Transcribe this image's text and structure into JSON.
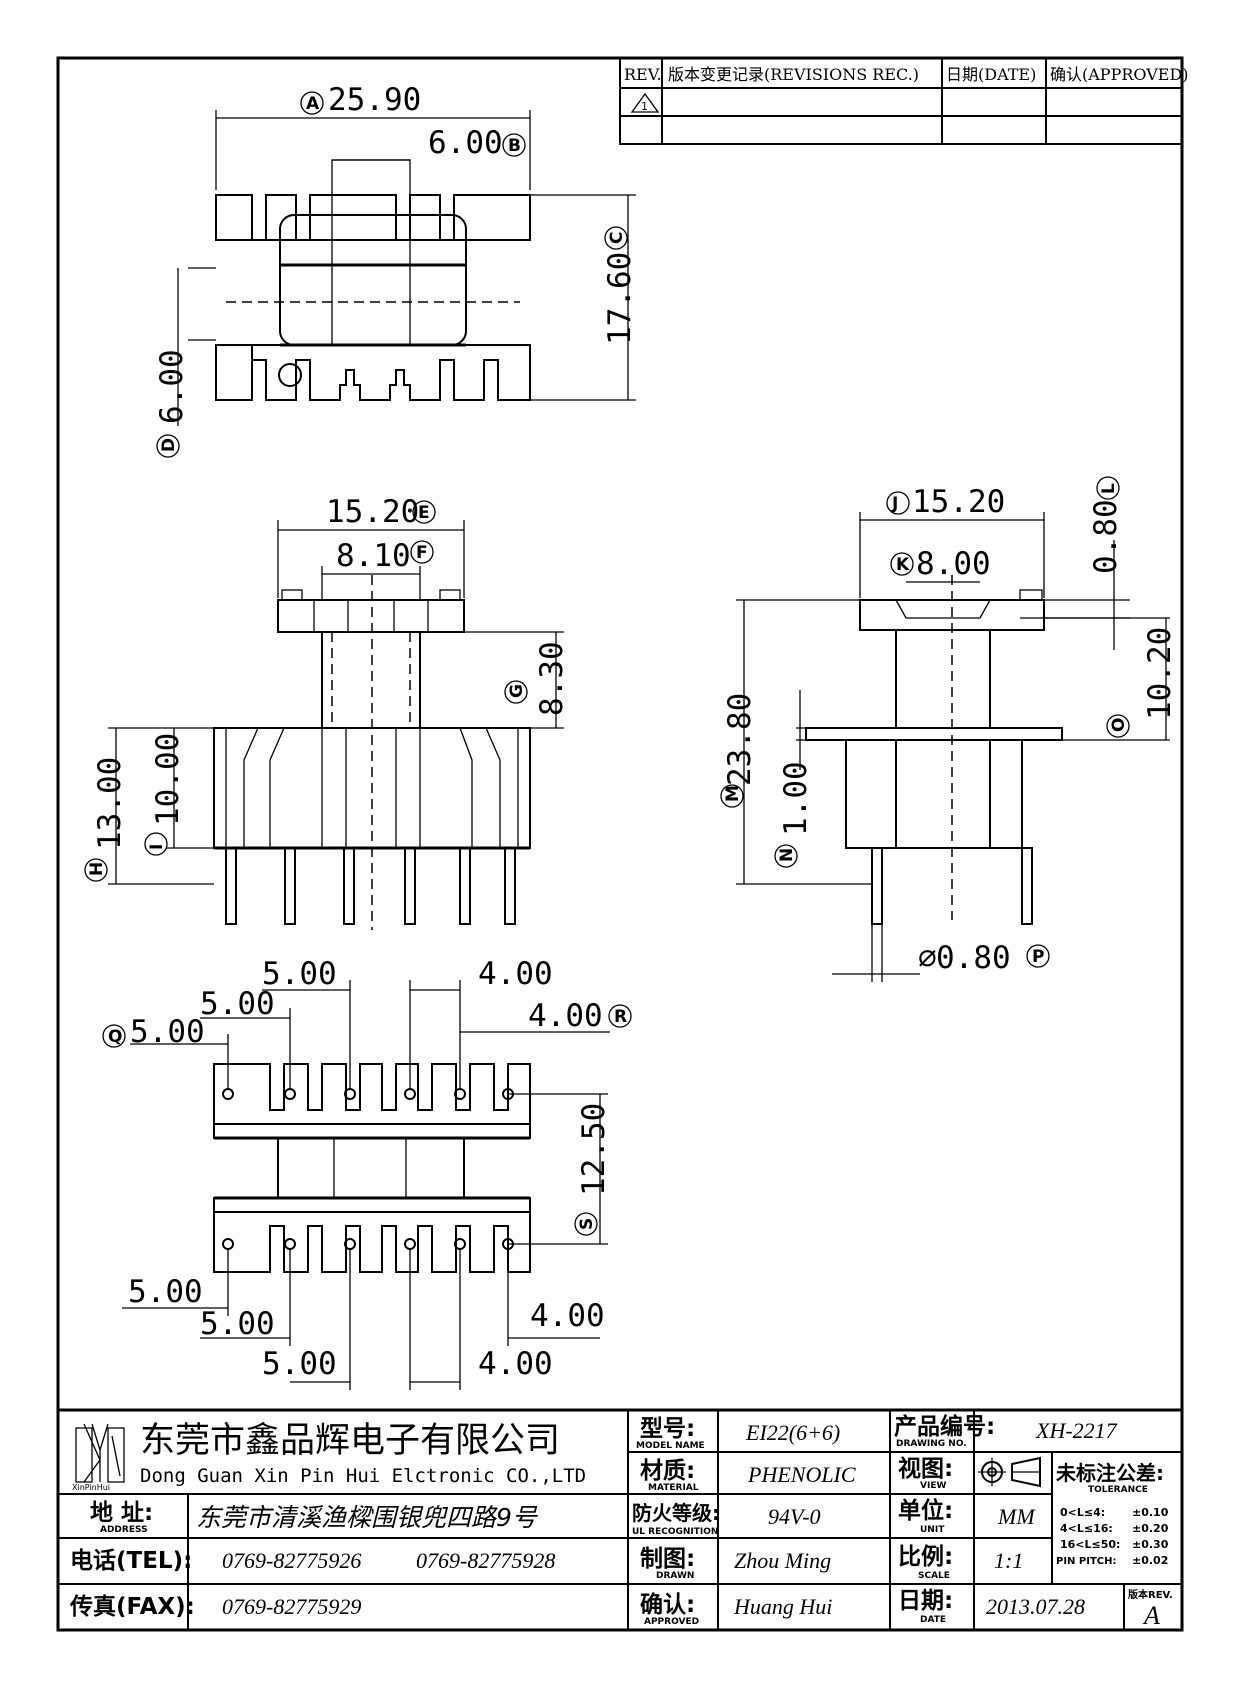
{
  "revisions": {
    "col_rev": "REV.",
    "col_record": "版本变更记录(REVISIONS REC.)",
    "col_date": "日期(DATE)",
    "col_approved": "确认(APPROVED)",
    "rows": [
      {
        "rev": "1"
      }
    ]
  },
  "dims": {
    "A": "25.90",
    "B": "6.00",
    "C": "17.60",
    "D": "6.00",
    "E": "15.20",
    "F": "8.10",
    "G": "8.30",
    "H": "13.00",
    "I": "10.00",
    "J": "15.20",
    "K": "8.00",
    "L": "0.80",
    "M": "23.80",
    "N": "1.00",
    "O": "10.20",
    "P": "0.80",
    "Q": "5.00",
    "R": "4.00",
    "S": "12.50",
    "top_5a": "5.00",
    "top_5b": "5.00",
    "top_4a": "4.00",
    "bot_5a": "5.00",
    "bot_5b": "5.00",
    "bot_5c": "5.00",
    "bot_4a": "4.00",
    "bot_4b": "4.00"
  },
  "circles": {
    "A": "A",
    "B": "B",
    "C": "C",
    "D": "D",
    "E": "E",
    "F": "F",
    "G": "G",
    "H": "H",
    "I": "I",
    "J": "J",
    "K": "K",
    "L": "L",
    "M": "M",
    "N": "N",
    "O": "O",
    "P": "P",
    "Q": "Q",
    "R": "R",
    "S": "S"
  },
  "symbols": {
    "diameter": "⌀"
  },
  "title_block": {
    "logo_text": "XinPinHui",
    "company_cn": "东莞市鑫品辉电子有限公司",
    "company_en": "Dong Guan Xin Pin Hui Elctronic CO.,LTD",
    "address_label": "地  址:",
    "address_sub": "ADDRESS",
    "address": "东莞市清溪渔樑围银兜四路9号",
    "tel_label": "电话(TEL):",
    "tel1": "0769-82775926",
    "tel2": "0769-82775928",
    "fax_label": "传真(FAX):",
    "fax": "0769-82775929",
    "model_label": "型号:",
    "model_sub": "MODEL NAME",
    "model": "EI22(6+6)",
    "material_label": "材质:",
    "material_sub": "MATERIAL",
    "material": "PHENOLIC",
    "ul_label": "防火等级:",
    "ul_sub": "UL RECOGNITION",
    "ul": "94V-0",
    "drawn_label": "制图:",
    "drawn_sub": "DRAWN",
    "drawn": "Zhou Ming",
    "approved_label": "确认:",
    "approved_sub": "APPROVED",
    "approved": "Huang Hui",
    "drawing_no_label": "产品编号:",
    "drawing_no_sub": "DRAWING NO.",
    "drawing_no": "XH-2217",
    "view_label": "视图:",
    "view_sub": "VIEW",
    "unit_label": "单位:",
    "unit_sub": "UNIT",
    "unit": "MM",
    "scale_label": "比例:",
    "scale_sub": "SCALE",
    "scale": "1:1",
    "date_label": "日期:",
    "date_sub": "DATE",
    "date": "2013.07.28",
    "tol_label": "未标注公差:",
    "tol_sub": "TOLERANCE",
    "tol_rows": [
      {
        "range": "0<L≤4:",
        "val": "±0.10"
      },
      {
        "range": "4<L≤16:",
        "val": "±0.20"
      },
      {
        "range": "16<L≤50:",
        "val": "±0.30"
      },
      {
        "range": "PIN PITCH:",
        "val": "±0.02"
      }
    ],
    "rev_label": "版本REV.",
    "rev": "A"
  }
}
